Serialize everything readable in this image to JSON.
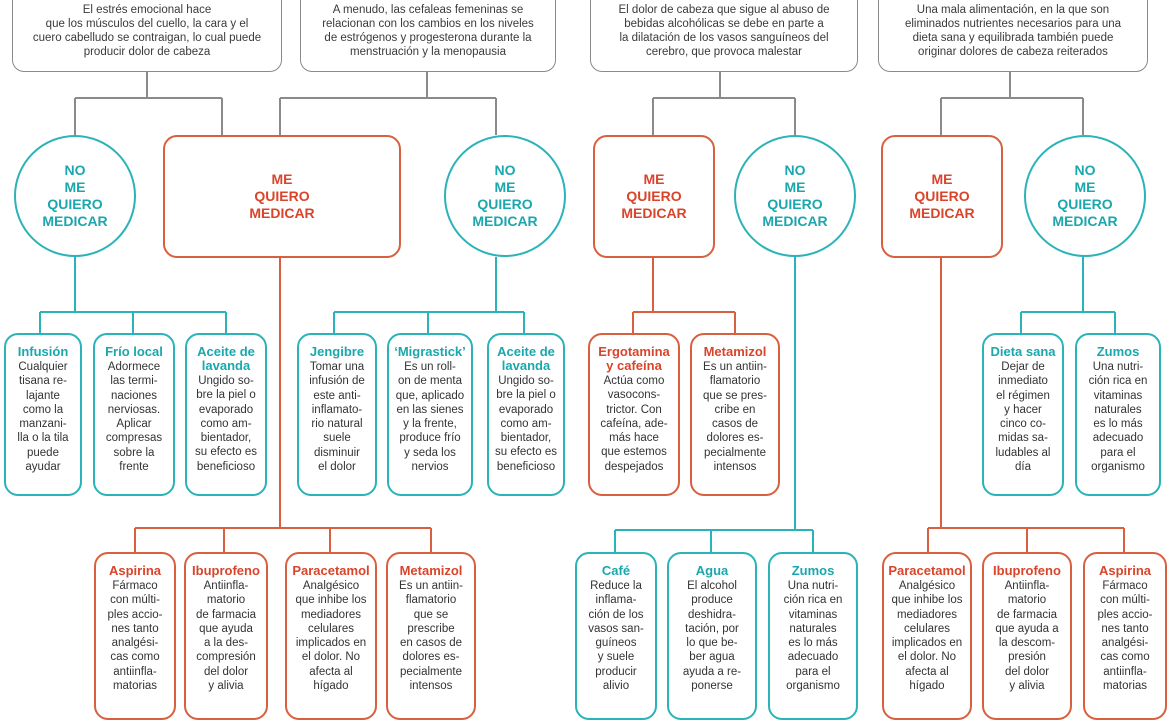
{
  "colors": {
    "teal": "#2ab3b8",
    "red": "#d9603e",
    "grey": "#8a8a8a"
  },
  "tops": [
    "El estrés emocional hace\nque los músculos del cuello, la cara y el\ncuero cabelludo se contraigan, lo cual puede\nproducir dolor de cabeza",
    "A menudo, las cefaleas femeninas se\nrelacionan con los cambios en los niveles\nde estrógenos y progesterona durante la\nmenstruación y la menopausia",
    "El dolor de cabeza que sigue al abuso de\nbebidas alcohólicas se debe en parte a\nla dilatación de los vasos sanguíneos del\ncerebro, que provoca malestar",
    "Una mala alimentación, en la que son\neliminados nutrientes necesarios para una\ndieta sana y equilibrada también puede\noriginar dolores de cabeza reiterados"
  ],
  "no_medicar": "NO\nME\nQUIERO\nMEDICAR",
  "medicar": "ME\nQUIERO\nMEDICAR",
  "cards": [
    {
      "title": "Infusión",
      "body": "Cualquier\ntisana re-\nlajante\ncomo la\nmanzani-\nlla o la tila\npuede\nayudar"
    },
    {
      "title": "Frío local",
      "body": "Adormece\nlas termi-\nnaciones\nnerviosas.\nAplicar\ncompresas\nsobre la\nfrente"
    },
    {
      "title": "Aceite de\nlavanda",
      "body": "Ungido so-\nbre la piel o\nevaporado\ncomo am-\nbientador,\nsu efecto es\nbeneficioso"
    },
    {
      "title": "Jengibre",
      "body": "Tomar una\ninfusión de\neste anti-\ninflamato-\nrio natural\nsuele\ndisminuir\nel dolor"
    },
    {
      "title": "‘Migrastick’",
      "body": "Es un roll-\non de menta\nque, aplicado\nen las sienes\ny la frente,\nproduce frío\ny seda los\nnervios"
    },
    {
      "title": "Aceite de\nlavanda",
      "body": "Ungido so-\nbre la piel o\nevaporado\ncomo am-\nbientador,\nsu efecto es\nbeneficioso"
    },
    {
      "title": "Ergotamina\ny cafeína",
      "body": "Actúa como\nvasocons-\ntrictor. Con\ncafeína, ade-\nmás hace\nque estemos\ndespejados"
    },
    {
      "title": "Metamizol",
      "body": "Es un antiin-\nflamatorio\nque se pres-\ncribe en\ncasos de\ndolores es-\npecialmente\nintensos"
    },
    {
      "title": "Dieta sana",
      "body": "Dejar de\ninmediato\nel régimen\ny hacer\ncinco co-\nmidas sa-\nludables al\ndía"
    },
    {
      "title": "Zumos",
      "body": "Una nutri-\nción rica en\nvitaminas\nnaturales\nes lo más\nadecuado\npara el\norganismo"
    },
    {
      "title": "Aspirina",
      "body": "Fármaco\ncon múlti-\nples accio-\nnes tanto\nanalgési-\ncas como\nantiinfla-\nmatorias"
    },
    {
      "title": "Ibuprofeno",
      "body": "Antiinfla-\nmatorio\nde farmacia\nque ayuda\na la des-\ncompresión\ndel dolor\ny alivia"
    },
    {
      "title": "Paracetamol",
      "body": "Analgésico\nque inhibe los\nmediadores\ncelulares\nimplicados en\nel dolor. No\nafecta al\nhígado"
    },
    {
      "title": "Metamizol",
      "body": "Es un antiin-\nflamatorio\nque se\nprescribe\nen casos de\ndolores es-\npecialmente\nintensos"
    },
    {
      "title": "Café",
      "body": "Reduce la\ninflama-\nción de los\nvasos san-\nguíneos\ny suele\nproducir\nalivio"
    },
    {
      "title": "Agua",
      "body": "El alcohol\nproduce\ndeshidra-\ntación, por\nlo que be-\nber agua\nayuda a re-\nponerse"
    },
    {
      "title": "Zumos",
      "body": "Una nutri-\nción rica en\nvitaminas\nnaturales\nes lo más\nadecuado\npara el\norganismo"
    },
    {
      "title": "Paracetamol",
      "body": "Analgésico\nque inhibe los\nmediadores\ncelulares\nimplicados en\nel dolor. No\nafecta al\nhígado"
    },
    {
      "title": "Ibuprofeno",
      "body": "Antiinfla-\nmatorio\nde farmacia\nque ayuda a\nla descom-\npresión\ndel dolor\ny alivia"
    },
    {
      "title": "Aspirina",
      "body": "Fármaco\ncon múlti-\nples accio-\nnes tanto\nanalgési-\ncas como\nantiinfla-\nmatorias"
    }
  ]
}
